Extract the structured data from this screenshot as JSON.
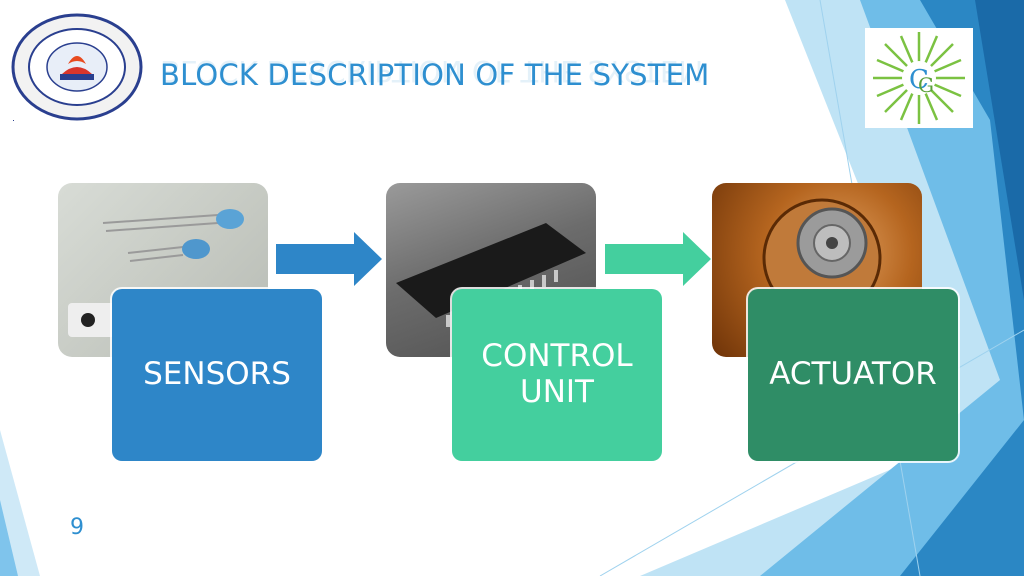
{
  "slide": {
    "title": "BLOCK DESCRIPTION OF THE SYSTEM",
    "page_number": "9"
  },
  "blocks": [
    {
      "label": "SENSORS",
      "color": "#2e86c8",
      "image": "ir-sensors-photo"
    },
    {
      "label": "CONTROL UNIT",
      "color": "#44cf9e",
      "image": "microcontroller-chip-photo"
    },
    {
      "label": "ACTUATOR",
      "color": "#2f8d66",
      "image": "stepper-motor-photo"
    }
  ],
  "arrows": [
    {
      "from": "SENSORS",
      "to": "CONTROL UNIT",
      "color": "#2e86c8"
    },
    {
      "from": "CONTROL UNIT",
      "to": "ACTUATOR",
      "color": "#44cf9e"
    }
  ],
  "logos": {
    "left": "engineering-college-ajmer-seal",
    "right": "green-burst-logo"
  },
  "colors": {
    "accent": "#2e8fd0",
    "deco_dark": "#1f78b4",
    "deco_light": "#7fc4ec"
  }
}
